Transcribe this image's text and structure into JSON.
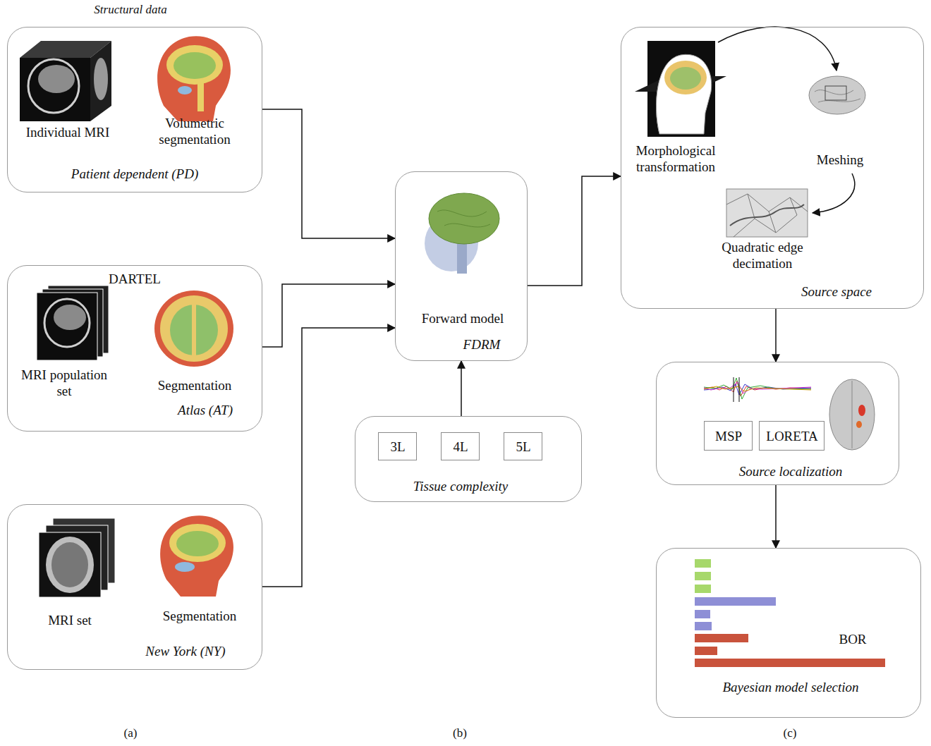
{
  "diagram": {
    "nodes": [
      {
        "text": [
          "Individual MRI",
          "Volumetric segmentation",
          "Patient dependent (PD)"
        ]
      },
      {
        "text": [
          "DARTEL",
          "MRI population set",
          "Segmentation",
          "Atlas (AT)"
        ]
      },
      {
        "text": [
          "MRI set",
          "Segmentation",
          "New York (NY)"
        ]
      },
      {
        "text": [
          "Forward model",
          "FDRM"
        ]
      },
      {
        "text": [
          "Tissue complexity"
        ]
      },
      {
        "text": [
          "3L"
        ],
        "in": 4
      },
      {
        "text": [
          "4L"
        ],
        "in": 4
      },
      {
        "text": [
          "5L"
        ],
        "in": 4
      },
      {
        "text": [
          "Morphological transformation",
          "Meshing",
          "Quadratic edge decimation",
          "Source space"
        ]
      },
      {
        "text": [
          "Source localization"
        ]
      },
      {
        "text": [
          "MSP"
        ],
        "in": 9
      },
      {
        "text": [
          "LORETA"
        ],
        "in": 9
      },
      {
        "text": [
          "BOR",
          "Bayesian model selection"
        ]
      }
    ],
    "edges": [
      {
        "from": 0,
        "to": 3,
        "arrow": "to"
      },
      {
        "from": 1,
        "to": 3,
        "arrow": "to"
      },
      {
        "from": 2,
        "to": 3,
        "arrow": "to"
      },
      {
        "from": 4,
        "to": 3,
        "arrow": "to"
      },
      {
        "from": 3,
        "to": 8,
        "arrow": "to"
      },
      {
        "from": 8,
        "to": 9,
        "arrow": "to"
      },
      {
        "from": 9,
        "to": 12,
        "arrow": "to"
      }
    ],
    "labels": [
      "Structural data",
      "(a)",
      "(b)",
      "(c)"
    ]
  }
}
